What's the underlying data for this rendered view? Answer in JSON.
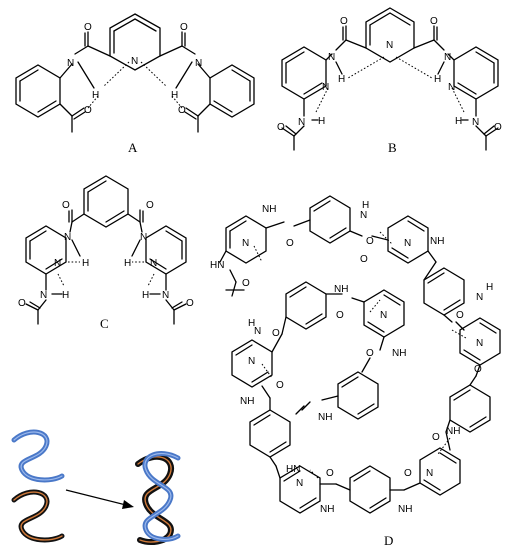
{
  "labels": {
    "A": "A",
    "B": "B",
    "C": "C",
    "D": "D"
  },
  "atoms": {
    "N": "N",
    "O": "O",
    "H": "H",
    "NH": "NH",
    "HN": "HN"
  },
  "colors": {
    "strand_blue": "#4a78c8",
    "strand_dark": "#111111",
    "strand_orange": "#d07a3a",
    "bond": "#000000"
  }
}
